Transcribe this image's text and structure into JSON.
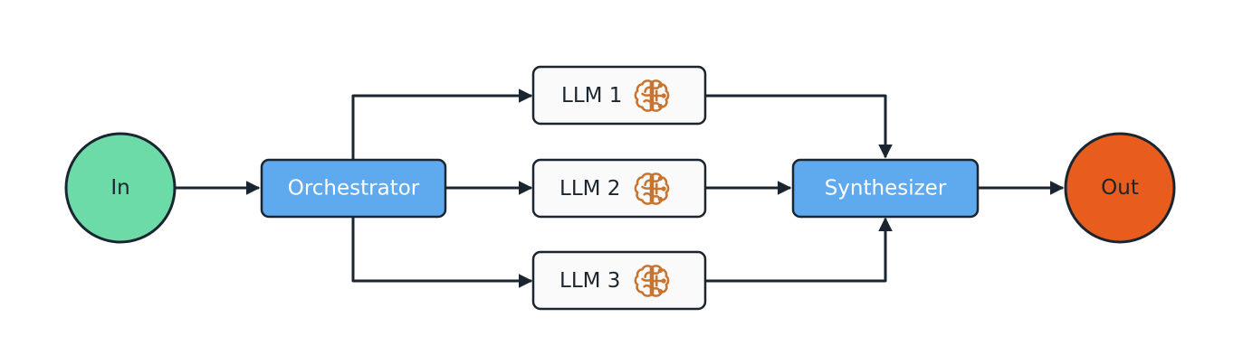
{
  "diagram": {
    "type": "flowchart",
    "description_visible": false,
    "colors": {
      "input": "#6ddba7",
      "output": "#e85d1d",
      "process": "#5fa9ef",
      "llm_box": "#fafafa",
      "stroke": "#1b2530",
      "brain": "#c8742f",
      "text_dark": "#1b2530",
      "text_light": "#ffffff"
    },
    "nodes": {
      "input": {
        "label": "In"
      },
      "orchestrator": {
        "label": "Orchestrator"
      },
      "llm1": {
        "label": "LLM 1",
        "icon": "brain-icon"
      },
      "llm2": {
        "label": "LLM 2",
        "icon": "brain-icon"
      },
      "llm3": {
        "label": "LLM 3",
        "icon": "brain-icon"
      },
      "synthesizer": {
        "label": "Synthesizer"
      },
      "output": {
        "label": "Out"
      }
    },
    "edges": [
      {
        "from": "input",
        "to": "orchestrator"
      },
      {
        "from": "orchestrator",
        "to": "llm1"
      },
      {
        "from": "orchestrator",
        "to": "llm2"
      },
      {
        "from": "orchestrator",
        "to": "llm3"
      },
      {
        "from": "llm1",
        "to": "synthesizer"
      },
      {
        "from": "llm2",
        "to": "synthesizer"
      },
      {
        "from": "llm3",
        "to": "synthesizer"
      },
      {
        "from": "synthesizer",
        "to": "output"
      }
    ]
  }
}
